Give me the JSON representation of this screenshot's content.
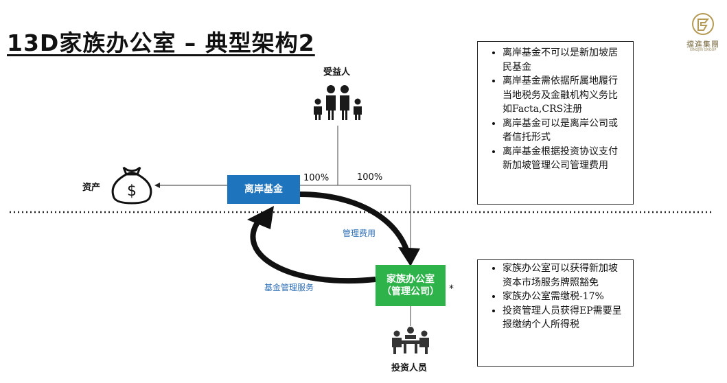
{
  "title": "13D家族办公室 – 典型架构2",
  "logo": {
    "name": "擋進集團",
    "subtitle": "XINGJIN GROUP"
  },
  "nodes": {
    "offshore_fund": "离岸基金",
    "family_office_line1": "家族办公室",
    "family_office_line2": "（管理公司）",
    "family_office_mark": "*",
    "beneficiaries": "受益人",
    "assets": "资产",
    "investment_staff": "投资人员"
  },
  "labels": {
    "pct_beneficiary": "100%",
    "pct_family_office": "100%",
    "management_fee": "管理费用",
    "fund_management_service": "基金管理服务"
  },
  "icons": {
    "beneficiaries": "family-icon",
    "assets": "money-bag-icon",
    "investment_staff": "meeting-people-icon"
  },
  "notes_top": [
    "离岸基金不可以是新加坡居民基金",
    "离岸基金需依据所属地履行当地税务及金融机构义务比如Facta,CRS注册",
    "离岸基金可以是离岸公司或者信托形式",
    "离岸基金根据投资协议支付新加坡管理公司管理费用"
  ],
  "notes_bottom": [
    "家族办公室可以获得新加坡资本市场服务牌照豁免",
    "家族办公室需缴税-17%",
    "投资管理人员获得EP需要呈报缴纳个人所得税"
  ],
  "colors": {
    "fund_box": "#1e74bd",
    "family_office_box": "#2eb34a",
    "label_blue": "#2e6fb5"
  }
}
